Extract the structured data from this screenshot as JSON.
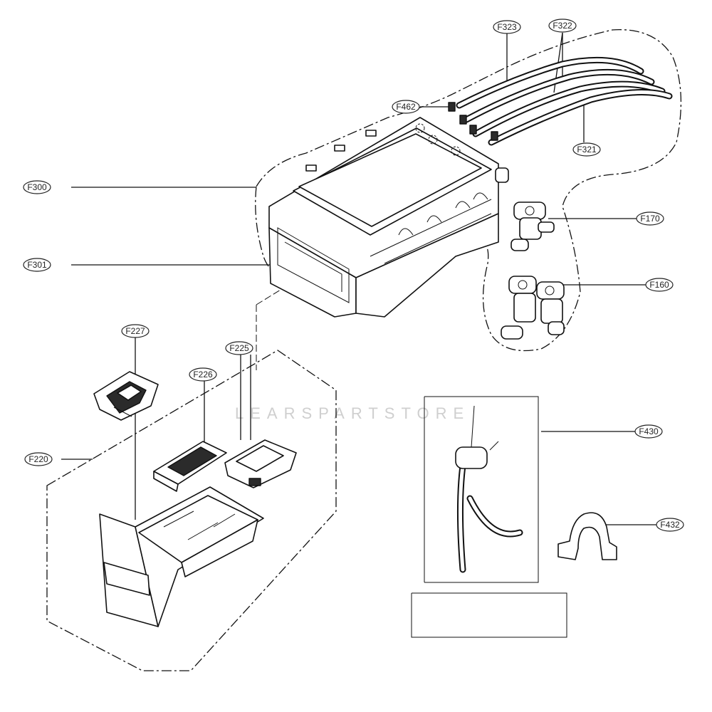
{
  "callouts": {
    "f323": "F323",
    "f322": "F322",
    "f462": "F462",
    "f321": "F321",
    "f300": "F300",
    "f301": "F301",
    "f170": "F170",
    "f160": "F160",
    "f227": "F227",
    "f225": "F225",
    "f226": "F226",
    "f220": "F220",
    "f430": "F430",
    "f432": "F432"
  },
  "watermark": "LEARSPARTSTORE"
}
